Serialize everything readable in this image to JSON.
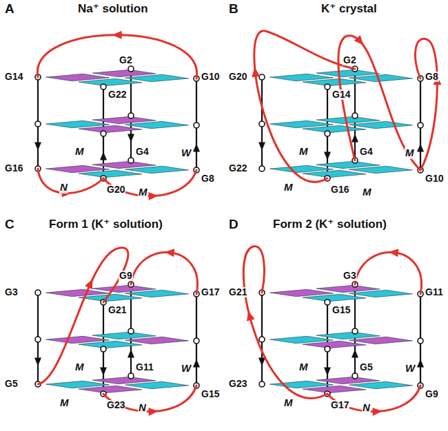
{
  "diagram": {
    "labels": [
      "A",
      "Na⁺ solution",
      "G14",
      "G2",
      "G22",
      "G10",
      "G16",
      "G4",
      "G20",
      "G8",
      "M",
      "W",
      "N",
      "M",
      "B",
      "K⁺ crystal",
      "G20",
      "G2",
      "G14",
      "G8",
      "G22",
      "G4",
      "G16",
      "G10",
      "M",
      "M",
      "M",
      "M",
      "C",
      "Form 1 (K⁺ solution)",
      "G3",
      "G9",
      "G21",
      "G17",
      "G5",
      "G11",
      "G23",
      "G15",
      "M",
      "W",
      "M",
      "N",
      "D",
      "Form 2 (K⁺ solution)",
      "G21",
      "G3",
      "G15",
      "G11",
      "G23",
      "G5",
      "G17",
      "G9",
      "M",
      "W",
      "M",
      "N"
    ]
  }
}
